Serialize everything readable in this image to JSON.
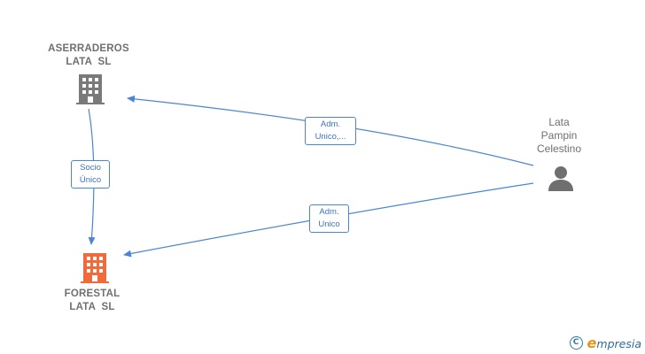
{
  "nodes": {
    "aserraderos": {
      "line1": "ASERRADEROS",
      "line2": "LATA  SL"
    },
    "forestal": {
      "line1": "FORESTAL",
      "line2": "LATA  SL"
    },
    "person": {
      "line1": "Lata",
      "line2": "Pampin",
      "line3": "Celestino"
    }
  },
  "edges": {
    "person_to_aserraderos": {
      "line1": "Adm.",
      "line2": "Unico,..."
    },
    "person_to_forestal": {
      "line1": "Adm.",
      "line2": "Unico"
    },
    "aserraderos_to_forestal": {
      "line1": "Socio",
      "line2": "Único"
    }
  },
  "footer": {
    "copyright_symbol": "C",
    "brand_initial": "e",
    "brand_rest": "mpresia"
  },
  "colors": {
    "edge": "#4a86d4",
    "company_gray": "#7a7a7a",
    "company_highlight": "#f06a3c",
    "person": "#6f6f6f"
  }
}
